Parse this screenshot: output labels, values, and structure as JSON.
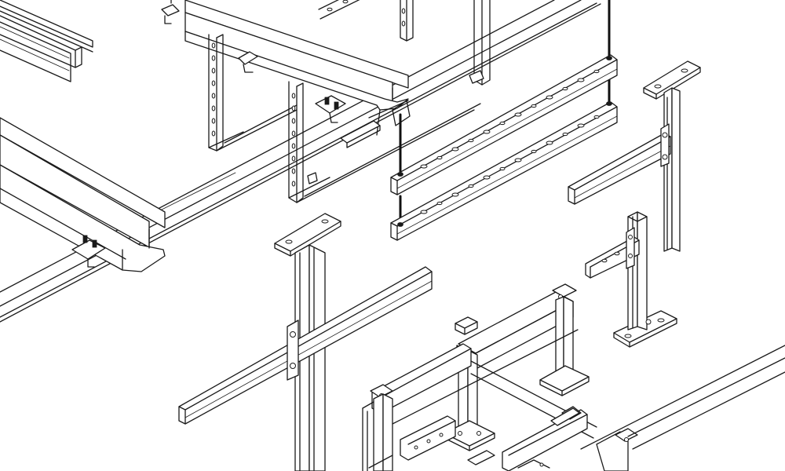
{
  "drawing": {
    "style": "isometric line drawing",
    "ink_color": "#1a1a1a",
    "background_color": "#ffffff",
    "components": [
      {
        "name": "strut-channels-top-left"
      },
      {
        "name": "i-beam-upper"
      },
      {
        "name": "i-beam-lower"
      },
      {
        "name": "beam-clamps"
      },
      {
        "name": "slotted-frame-upper"
      },
      {
        "name": "threaded-rod-trapeze"
      },
      {
        "name": "wall-bracket-right"
      },
      {
        "name": "floor-post-bracket"
      },
      {
        "name": "ceiling-post-bracket-center"
      },
      {
        "name": "floor-stand-frame"
      }
    ]
  }
}
